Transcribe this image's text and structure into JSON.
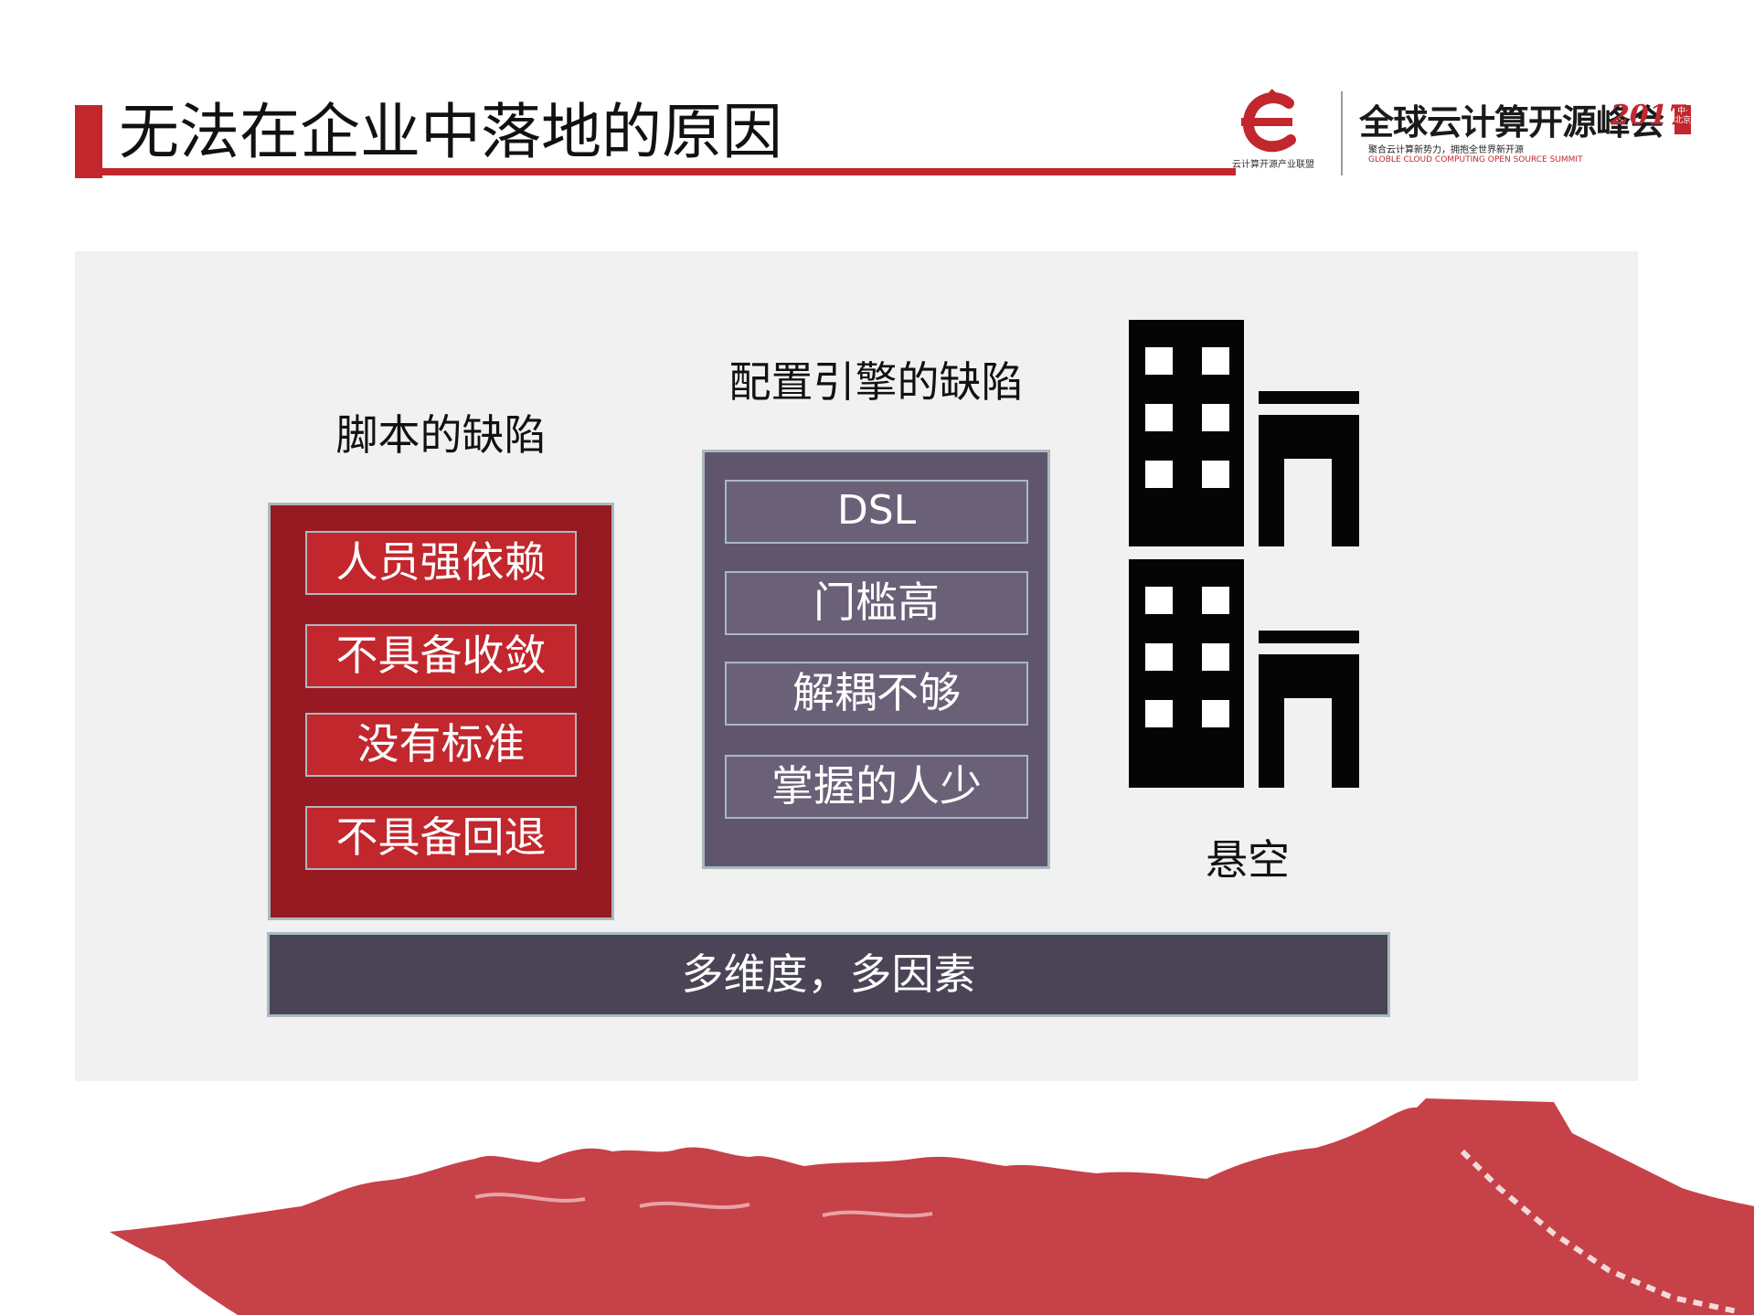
{
  "header": {
    "title": "无法在企业中落地的原因"
  },
  "logos": {
    "alliance_caption": "云计算开源产业联盟",
    "summit_name": "全球云计算开源峰会",
    "summit_year": "2017",
    "summit_city": "中·北京",
    "summit_slogan": "聚合云计算新势力，拥抱全世界新开源",
    "summit_english": "GLOBLE CLOUD COMPUTING OPEN SOURCE SUMMIT"
  },
  "colors": {
    "accent_red": "#c1272d",
    "dark_red": "#971a22",
    "purple": "#5f566d",
    "bar_dark": "#4a4456",
    "panel_bg": "#f1f1f1"
  },
  "script_column": {
    "heading": "脚本的缺陷",
    "items": [
      "人员强依赖",
      "不具备收敛",
      "没有标准",
      "不具备回退"
    ]
  },
  "config_column": {
    "heading": "配置引擎的缺陷",
    "items": [
      "DSL",
      "门槛高",
      "解耦不够",
      "掌握的人少"
    ]
  },
  "buildings_column": {
    "caption": "悬空",
    "icon": "buildings-icon"
  },
  "bottom_bar": {
    "label": "多维度，多因素"
  }
}
